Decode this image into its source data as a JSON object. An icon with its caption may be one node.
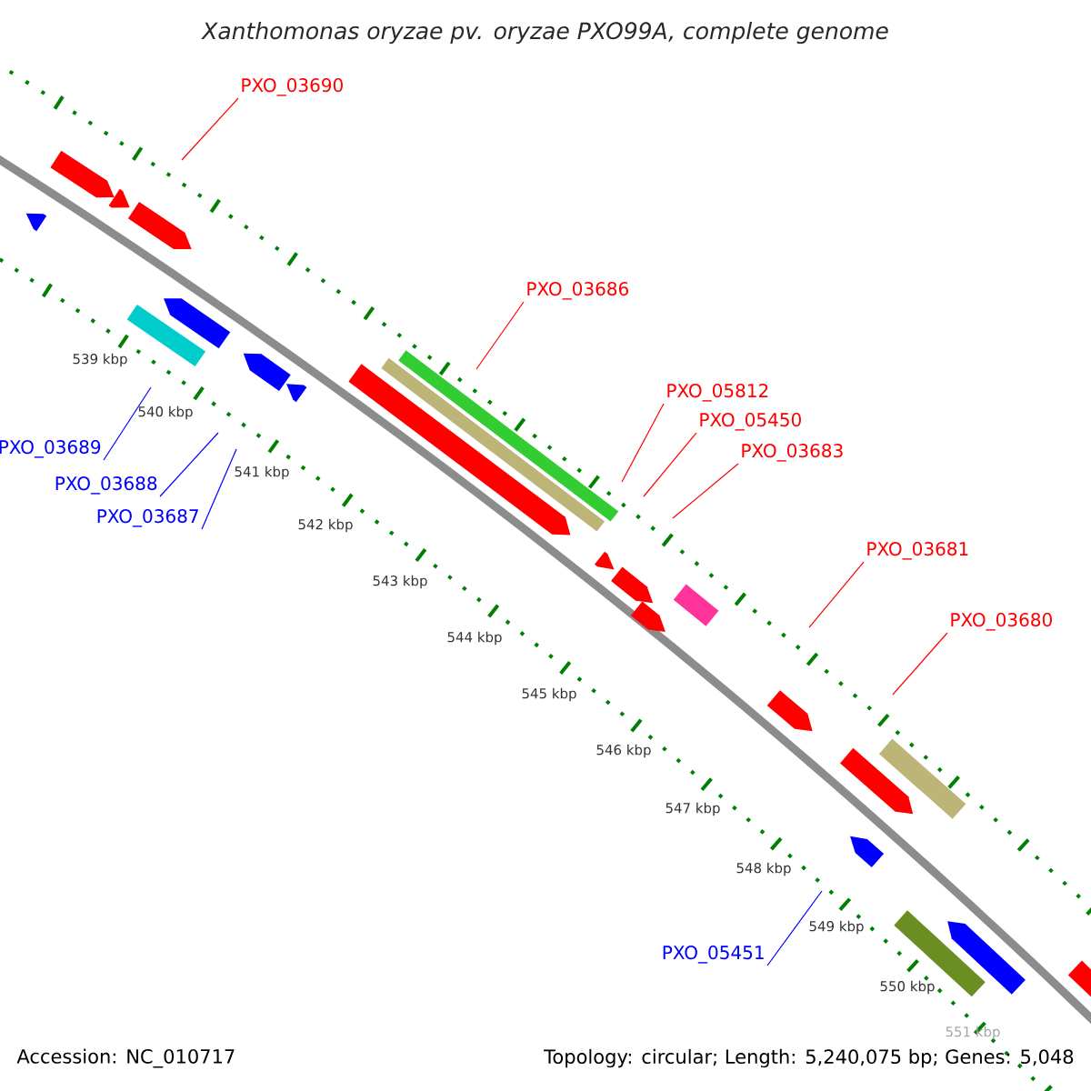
{
  "diagram": {
    "title": "Xanthomonas oryzae pv. oryzae PXO99A, complete genome",
    "nodes": [
      {
        "text": [
          "PXO_03690"
        ]
      },
      {
        "text": [
          "PXO_03686"
        ]
      },
      {
        "text": [
          "PXO_05812"
        ]
      },
      {
        "text": [
          "PXO_05450"
        ]
      },
      {
        "text": [
          "PXO_03683"
        ]
      },
      {
        "text": [
          "PXO_03681"
        ]
      },
      {
        "text": [
          "PXO_03680"
        ]
      },
      {
        "text": [
          "PXO_03689"
        ]
      },
      {
        "text": [
          "PXO_03688"
        ]
      },
      {
        "text": [
          "PXO_03687"
        ]
      },
      {
        "text": [
          "PXO_05451"
        ]
      }
    ],
    "edges": [
      {
        "from": 0,
        "to": null,
        "arrow": "none"
      },
      {
        "from": 1,
        "to": null,
        "arrow": "none"
      },
      {
        "from": 2,
        "to": null,
        "arrow": "none"
      },
      {
        "from": 3,
        "to": null,
        "arrow": "none"
      },
      {
        "from": 4,
        "to": null,
        "arrow": "none"
      },
      {
        "from": 5,
        "to": null,
        "arrow": "none"
      },
      {
        "from": 6,
        "to": null,
        "arrow": "none"
      },
      {
        "from": 7,
        "to": null,
        "arrow": "none",
        "color": "#0000ff"
      },
      {
        "from": 8,
        "to": null,
        "arrow": "none",
        "color": "#0000ff"
      },
      {
        "from": 9,
        "to": null,
        "arrow": "none",
        "color": "#0000ff"
      },
      {
        "from": 10,
        "to": null,
        "arrow": "none",
        "color": "#0000ff"
      }
    ],
    "labels": [
      "539 kbp",
      "540 kbp",
      "541 kbp",
      "542 kbp",
      "543 kbp",
      "544 kbp",
      "545 kbp",
      "546 kbp",
      "547 kbp",
      "548 kbp",
      "549 kbp",
      "550 kbp",
      "551 kbp",
      "Accession: NC_010717",
      "Topology: circular; Length: 5,240,075 bp; Genes: 5,048"
    ]
  }
}
